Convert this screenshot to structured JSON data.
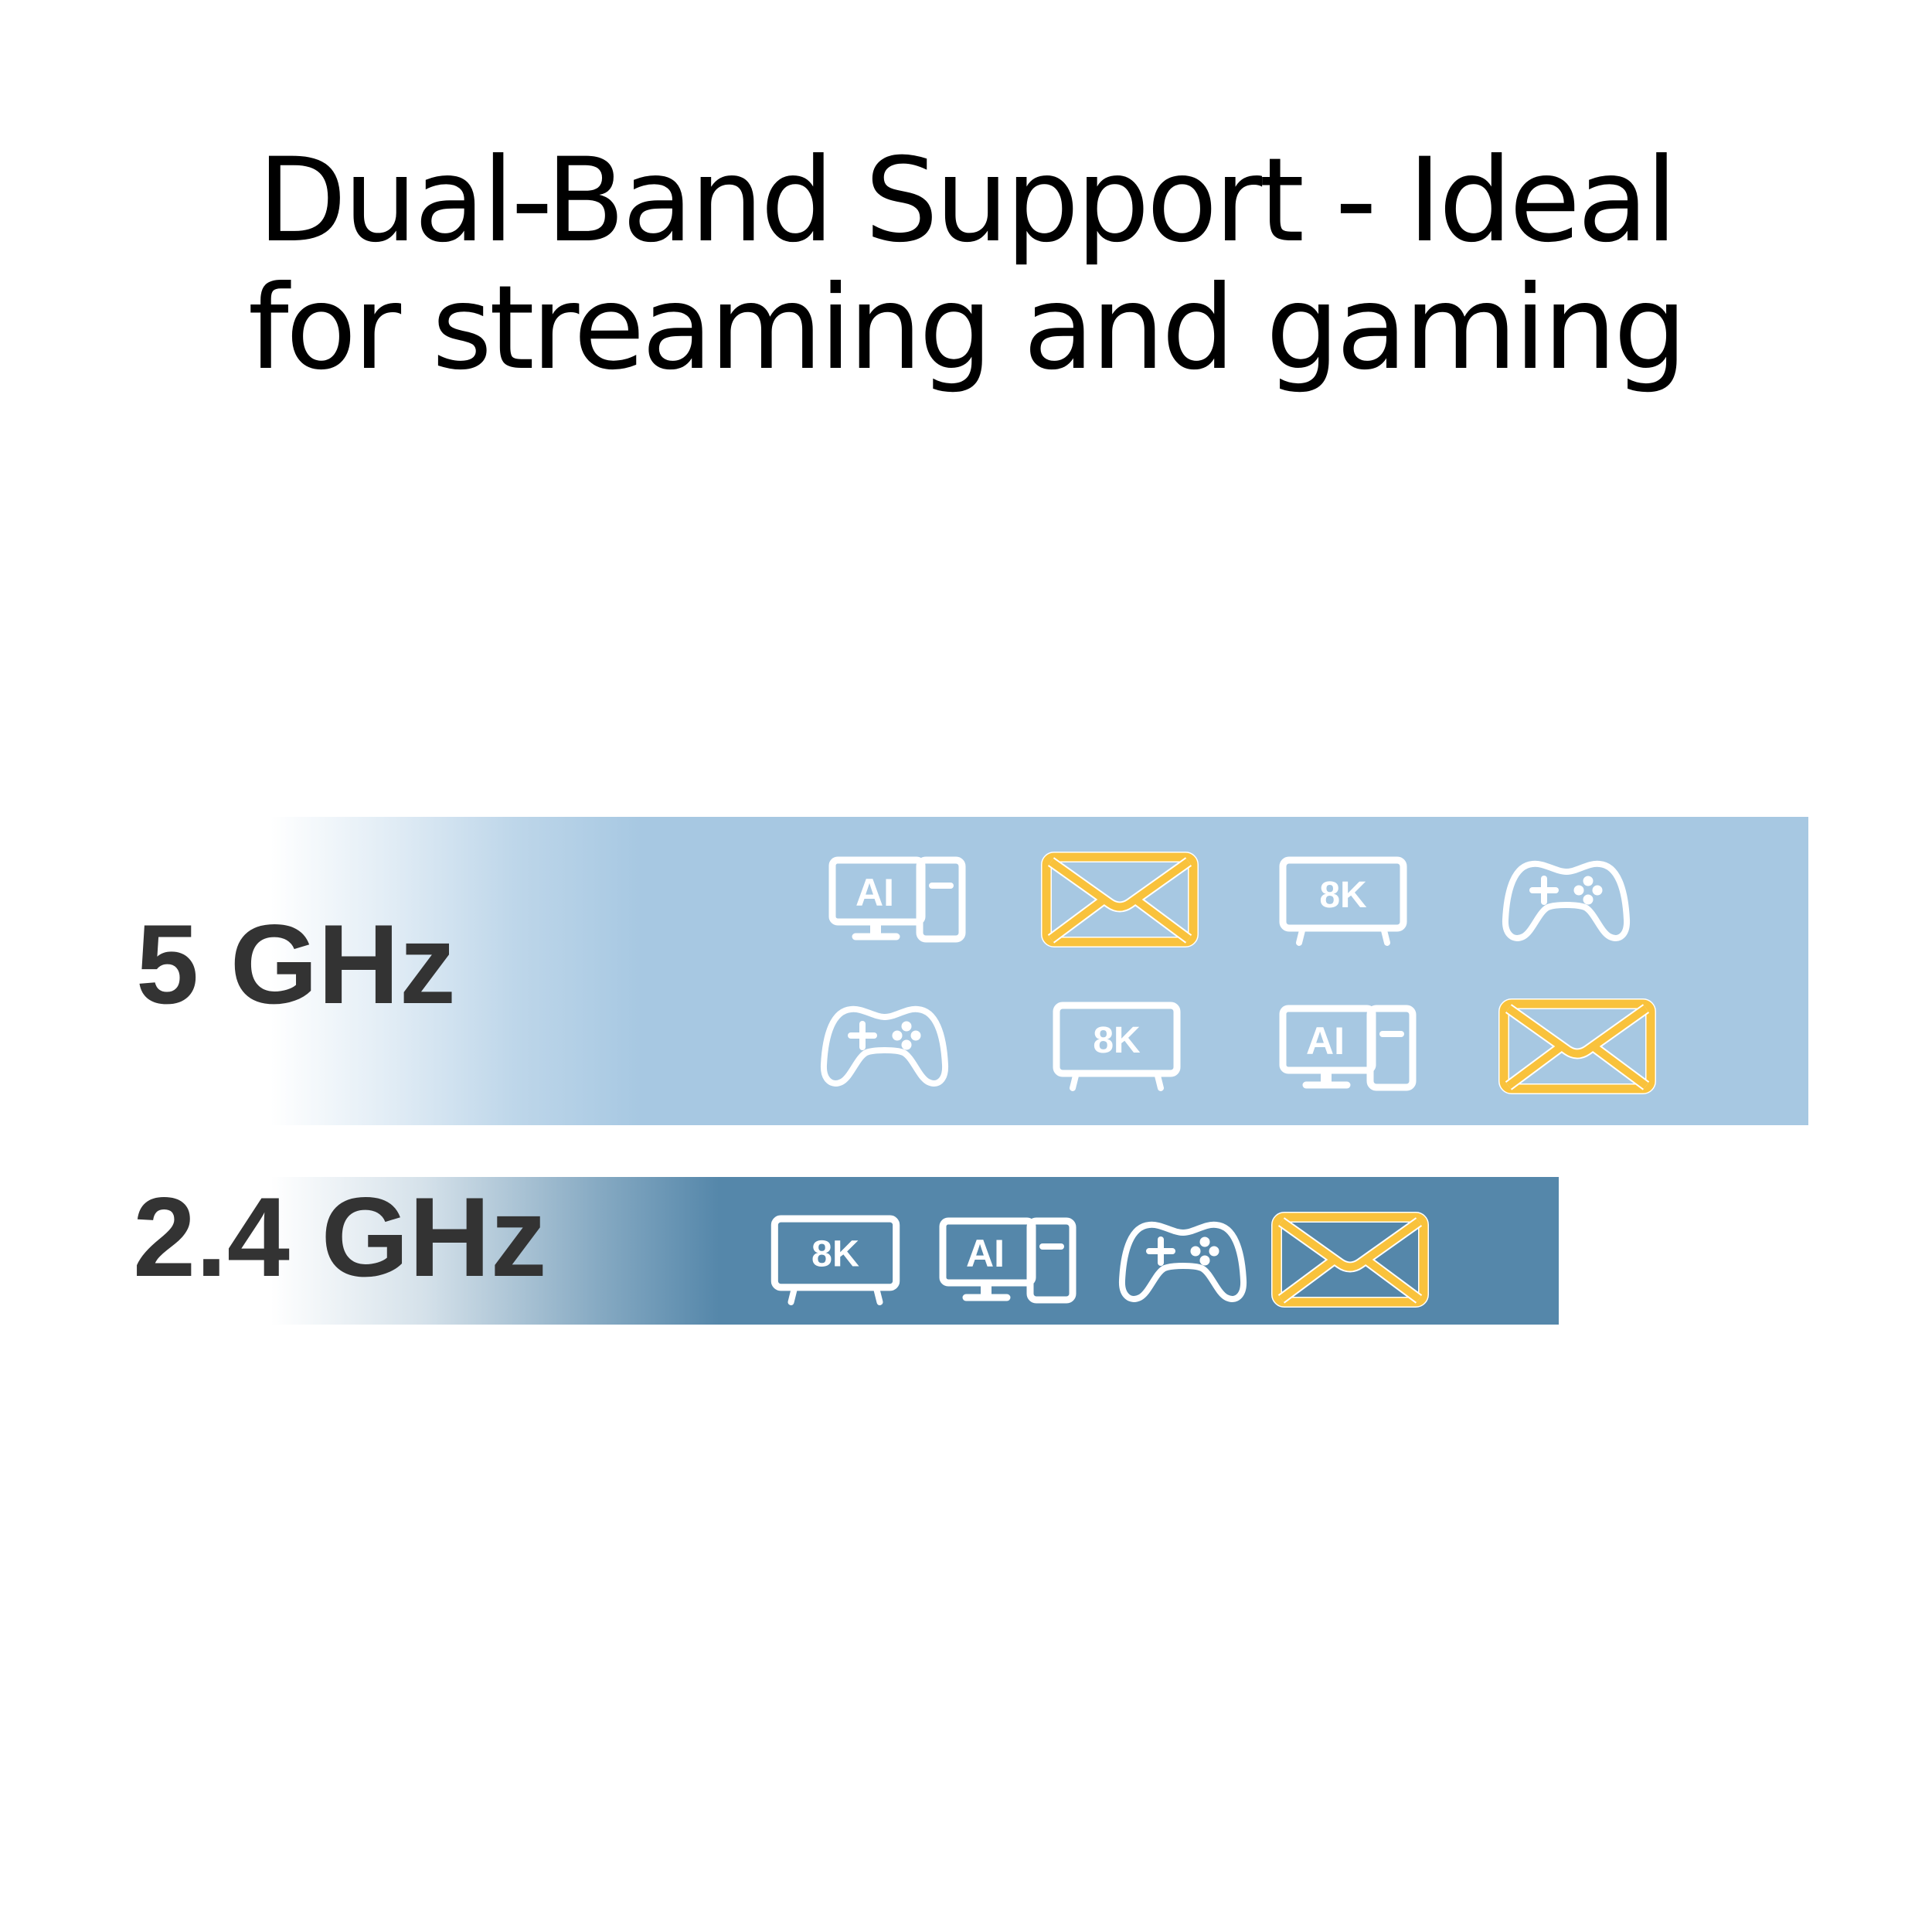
{
  "title": {
    "line1": "Dual-Band Support - Ideal",
    "line2": "for streaming and gaming"
  },
  "colors": {
    "band_5ghz": "#a7c8e2",
    "band_24ghz": "#5587aa",
    "label_text": "#333333",
    "icon_white": "#ffffff",
    "icon_highlight": "#f9c23c"
  },
  "bands": [
    {
      "label": "5 GHz",
      "rows": [
        [
          "ai-pc-icon",
          "envelope-icon",
          "8k-tv-icon",
          "gamepad-icon"
        ],
        [
          "gamepad-icon",
          "8k-tv-icon",
          "ai-pc-icon",
          "envelope-icon"
        ]
      ]
    },
    {
      "label": "2.4 GHz",
      "rows": [
        [
          "8k-tv-icon",
          "ai-pc-icon",
          "gamepad-icon",
          "envelope-icon"
        ]
      ]
    }
  ],
  "icon_text": {
    "tv": "8K",
    "pc": "AI"
  }
}
